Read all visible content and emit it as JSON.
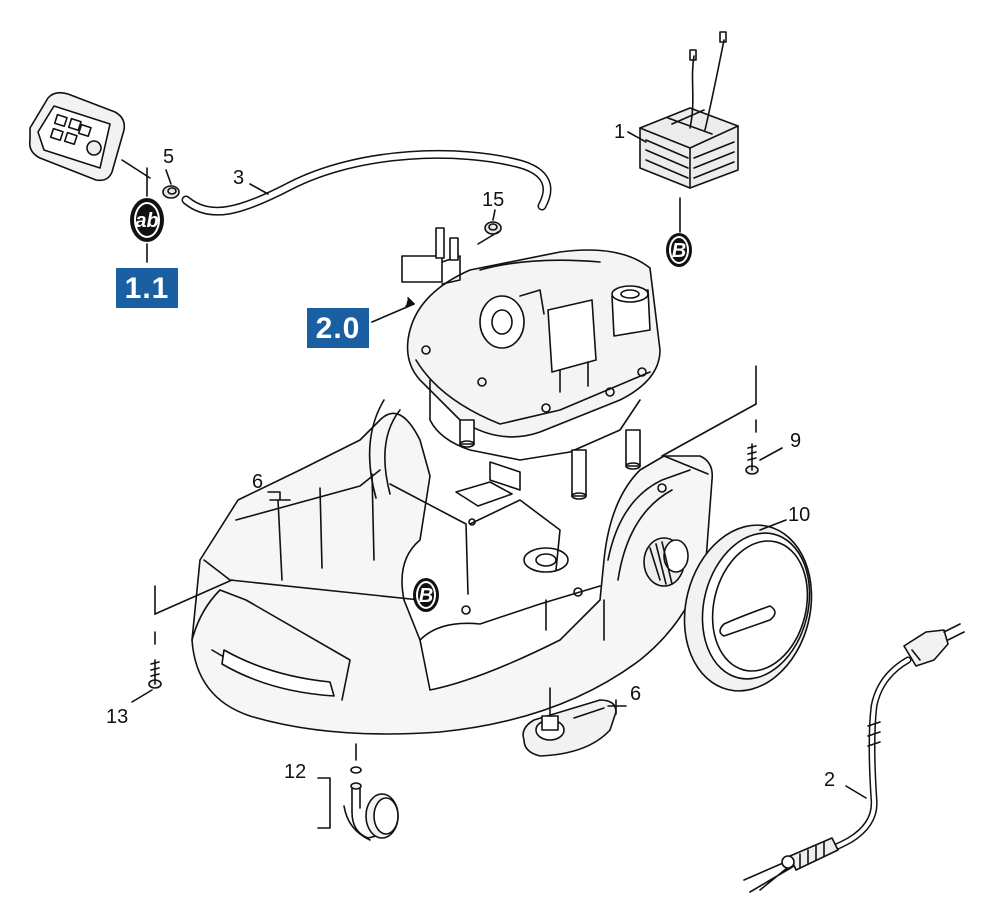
{
  "diagram": {
    "callouts": {
      "c1": "1",
      "c2": "2",
      "c3": "3",
      "c5": "5",
      "c6a": "6",
      "c6b": "6",
      "c9": "9",
      "c10": "10",
      "c12": "12",
      "c13": "13",
      "c15": "15"
    },
    "ref_boxes": {
      "r11": "1.1",
      "r20": "2.0"
    },
    "badges": {
      "ab": "ab",
      "b_top": "B",
      "b_base": "B"
    },
    "colors": {
      "ref_box": "#1b5fa3",
      "line": "#111111",
      "fill_light": "#f4f4f4",
      "fill_mid": "#e6e6e6"
    }
  }
}
